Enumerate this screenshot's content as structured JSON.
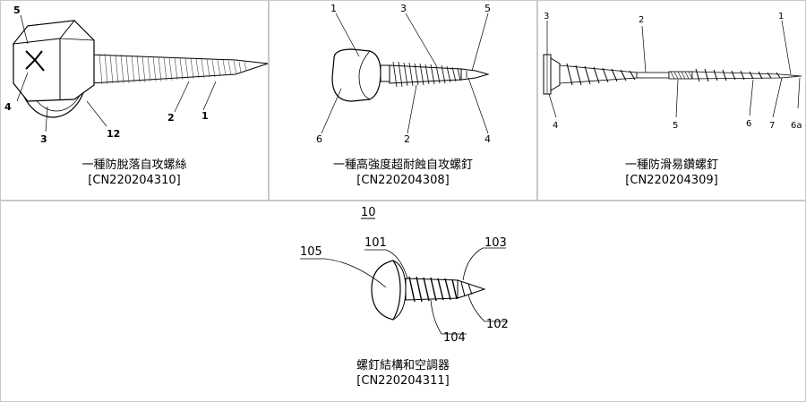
{
  "panels": [
    {
      "title": "一種防脫落自攻螺絲",
      "patent": "[CN220204310]",
      "labels": {
        "l5": "5",
        "l4": "4",
        "l3": "3",
        "l12": "12",
        "l2": "2",
        "l1": "1"
      }
    },
    {
      "title": "一種高強度超耐蝕自攻螺釘",
      "patent": "[CN220204308]",
      "labels": {
        "l1": "1",
        "l3": "3",
        "l5": "5",
        "l6": "6",
        "l2": "2",
        "l4": "4"
      }
    },
    {
      "title": "一種防滑易鑽螺釘",
      "patent": "[CN220204309]",
      "labels": {
        "l3": "3",
        "l2": "2",
        "l1": "1",
        "l4": "4",
        "l5": "5",
        "l6": "6",
        "l7": "7",
        "l6a": "6a"
      }
    },
    {
      "title": "螺釘結構和空調器",
      "patent": "[CN220204311]",
      "labels": {
        "l10": "10",
        "l105": "105",
        "l101": "101",
        "l103": "103",
        "l102": "102",
        "l104": "104"
      }
    }
  ]
}
